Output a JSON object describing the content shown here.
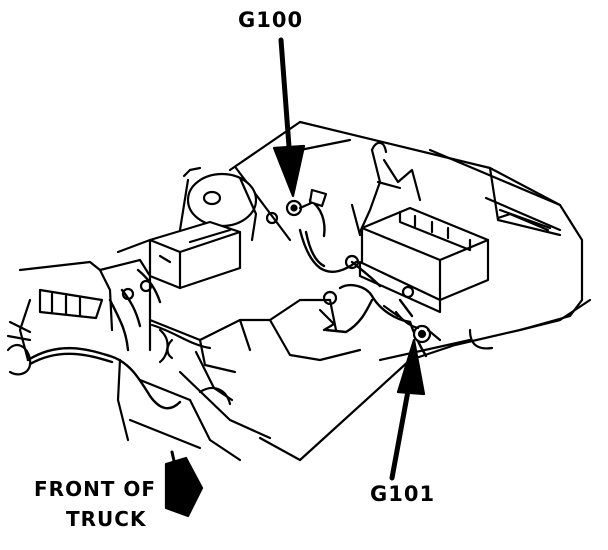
{
  "callouts": {
    "g100": "G100",
    "g101": "G101"
  },
  "direction": {
    "line1": "FRONT OF",
    "line2": "TRUCK"
  },
  "colors": {
    "ink": "#000000",
    "paper": "#ffffff"
  },
  "icons": {
    "front_arrow": "front-direction-arrow-icon",
    "callout_arrow": "down-arrow-icon"
  }
}
